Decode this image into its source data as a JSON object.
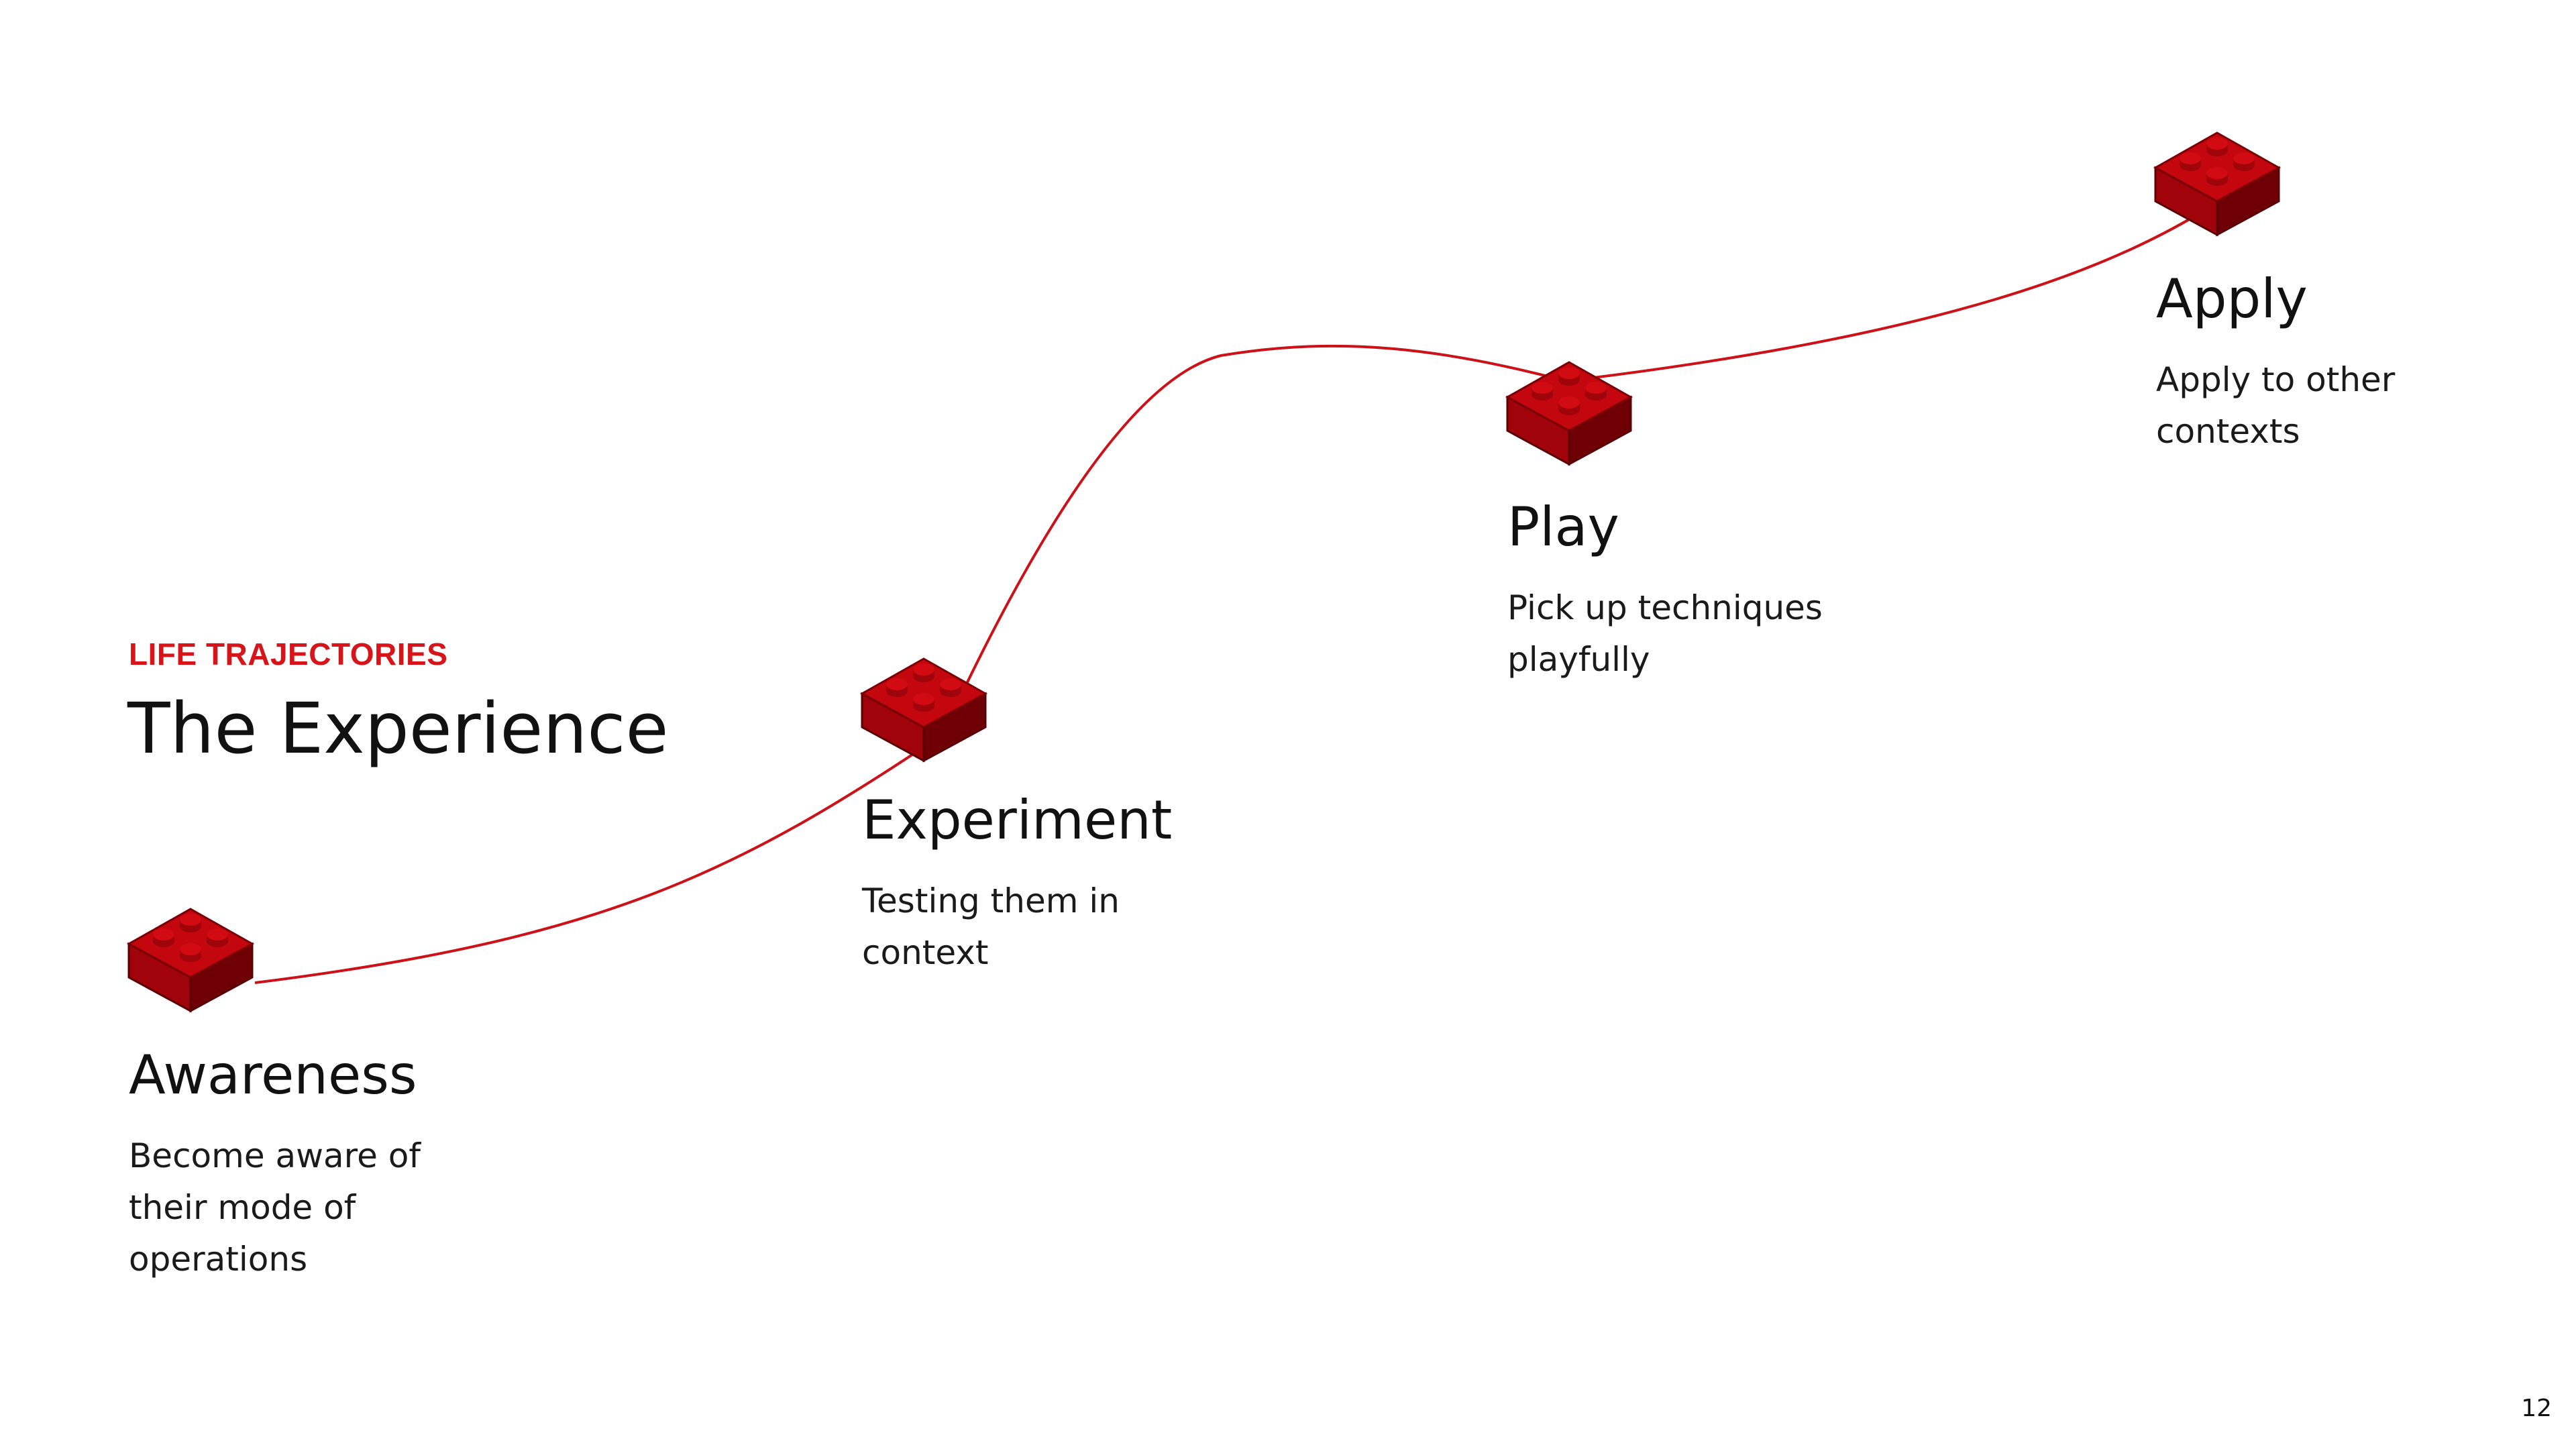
{
  "header": {
    "eyebrow": "LIFE TRAJECTORIES",
    "title": "The Experience"
  },
  "colors": {
    "accent": "#d7141a",
    "path": "#cc1118",
    "brick_top": "#c4060e",
    "brick_left": "#a00309",
    "brick_right": "#6e0005",
    "text": "#111111"
  },
  "icons": [
    "brick-icon"
  ],
  "stages": [
    {
      "heading": "Awareness",
      "description": "Become aware of their mode of operations"
    },
    {
      "heading": "Experiment",
      "description": "Testing them in context"
    },
    {
      "heading": "Play",
      "description": "Pick up techniques playfully"
    },
    {
      "heading": "Apply",
      "description": "Apply to other contexts"
    }
  ],
  "page_number": "12"
}
